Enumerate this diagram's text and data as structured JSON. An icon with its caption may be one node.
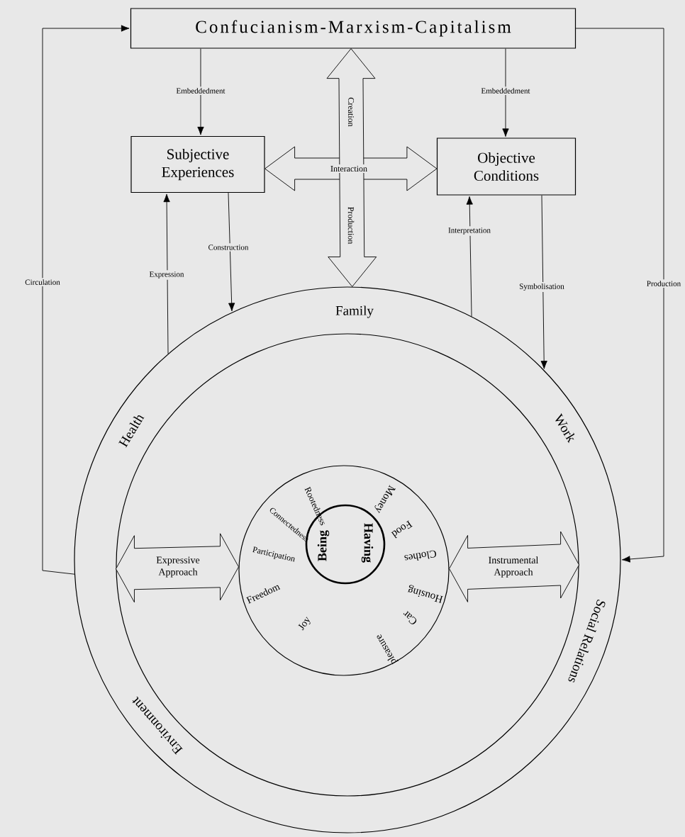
{
  "diagram": {
    "nodes": [
      {
        "text": [
          "Confucianism-Marxism-Capitalism"
        ]
      },
      {
        "text": [
          "Subjective Experiences"
        ]
      },
      {
        "text": [
          "Objective Conditions"
        ]
      },
      {
        "text": [
          "Family",
          "Health",
          "Work",
          "Social Relations",
          "Environment"
        ]
      },
      {
        "text": [],
        "shape": "circle",
        "in": 3
      },
      {
        "text": [
          "Rootedness",
          "Connectedness",
          "Participation",
          "Freedom",
          "Joy",
          "Money",
          "Food",
          "Clothes",
          "Housing",
          "Car",
          "pleasure"
        ],
        "in": 4
      },
      {
        "text": [
          "Being",
          "Having"
        ],
        "in": 5
      }
    ],
    "edges": [
      {
        "from": 0,
        "to": 1,
        "arrow": "to",
        "label": "Embeddedment"
      },
      {
        "from": 0,
        "to": 2,
        "arrow": "to",
        "label": "Embeddedment"
      },
      {
        "from": 1,
        "to": 2,
        "arrow": "both",
        "label": "Interaction"
      },
      {
        "from": 0,
        "to": 3,
        "arrow": "both",
        "label": "Creation"
      },
      {
        "from": 3,
        "to": 1,
        "arrow": "to",
        "label": "Expression"
      },
      {
        "from": 1,
        "to": 3,
        "arrow": "to",
        "label": "Construction"
      },
      {
        "from": 3,
        "to": 2,
        "arrow": "to",
        "label": "Interpretation"
      },
      {
        "from": 2,
        "to": 3,
        "arrow": "to",
        "label": "Symbolisation"
      },
      {
        "from": 3,
        "to": 0,
        "arrow": "to",
        "label": "Circulation"
      },
      {
        "from": 0,
        "to": 3,
        "arrow": "to",
        "label": "Production"
      },
      {
        "from": 4,
        "to": 5,
        "arrow": "both",
        "label": "Expressive Approach"
      },
      {
        "from": 5,
        "to": 4,
        "arrow": "both",
        "label": "Instrumental Approach"
      }
    ],
    "labels": [
      "Production"
    ]
  }
}
